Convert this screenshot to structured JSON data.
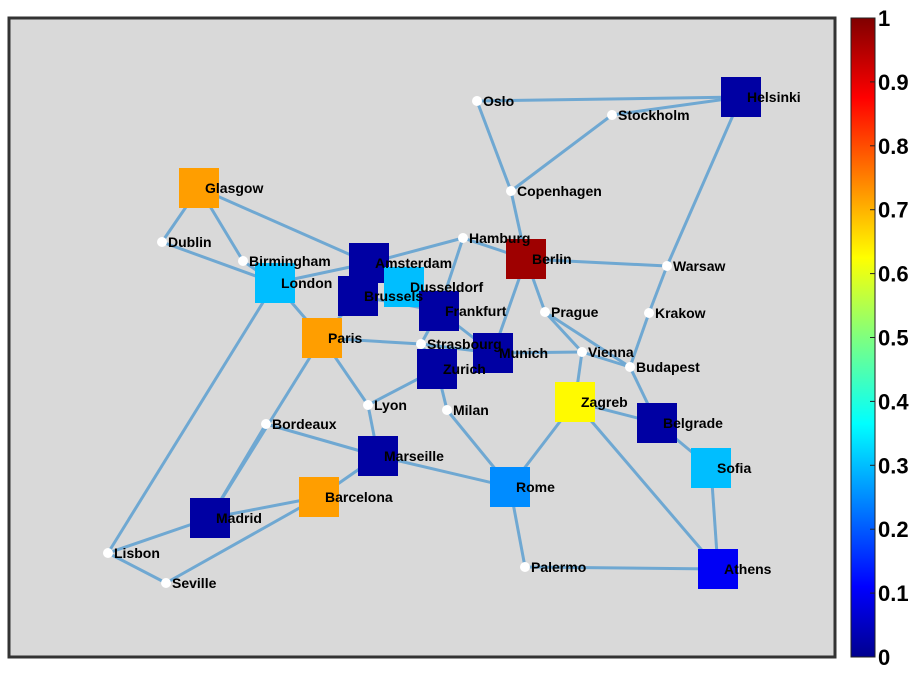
{
  "colorbar": {
    "min": 0,
    "max": 1,
    "ticks": [
      "0",
      "0.1",
      "0.2",
      "0.3",
      "0.4",
      "0.5",
      "0.6",
      "0.7",
      "0.8",
      "0.9",
      "1"
    ],
    "colormap": "jet"
  },
  "style": {
    "panel_bg": "#d9d9d9",
    "panel_border": "#333333",
    "edge_color": "#6fa8d2",
    "node_dot_color": "#ffffff"
  },
  "network": {
    "nodes": [
      {
        "id": "helsinki",
        "label": "Helsinki",
        "value": 0.02
      },
      {
        "id": "oslo",
        "label": "Oslo"
      },
      {
        "id": "stockholm",
        "label": "Stockholm"
      },
      {
        "id": "copenhagen",
        "label": "Copenhagen"
      },
      {
        "id": "glasgow",
        "label": "Glasgow",
        "value": 0.72
      },
      {
        "id": "dublin",
        "label": "Dublin"
      },
      {
        "id": "birmingham",
        "label": "Birmingham"
      },
      {
        "id": "london",
        "label": "London",
        "value": 0.3
      },
      {
        "id": "amsterdam",
        "label": "Amsterdam",
        "value": 0.02
      },
      {
        "id": "hamburg",
        "label": "Hamburg"
      },
      {
        "id": "berlin",
        "label": "Berlin",
        "value": 0.97
      },
      {
        "id": "warsaw",
        "label": "Warsaw"
      },
      {
        "id": "dusseldorf",
        "label": "Dusseldorf",
        "value": 0.3
      },
      {
        "id": "brussels",
        "label": "Brussels",
        "value": 0.02
      },
      {
        "id": "frankfurt",
        "label": "Frankfurt",
        "value": 0.02
      },
      {
        "id": "prague",
        "label": "Prague"
      },
      {
        "id": "krakow",
        "label": "Krakow"
      },
      {
        "id": "paris",
        "label": "Paris",
        "value": 0.72
      },
      {
        "id": "strasbourg",
        "label": "Strasbourg"
      },
      {
        "id": "munich",
        "label": "Munich",
        "value": 0.02
      },
      {
        "id": "vienna",
        "label": "Vienna"
      },
      {
        "id": "budapest",
        "label": "Budapest"
      },
      {
        "id": "zurich",
        "label": "Zurich",
        "value": 0.02
      },
      {
        "id": "lyon",
        "label": "Lyon"
      },
      {
        "id": "milan",
        "label": "Milan"
      },
      {
        "id": "zagreb",
        "label": "Zagreb",
        "value": 0.63
      },
      {
        "id": "belgrade",
        "label": "Belgrade",
        "value": 0.02
      },
      {
        "id": "bordeaux",
        "label": "Bordeaux"
      },
      {
        "id": "marseille",
        "label": "Marseille",
        "value": 0.02
      },
      {
        "id": "rome",
        "label": "Rome",
        "value": 0.25
      },
      {
        "id": "sofia",
        "label": "Sofia",
        "value": 0.3
      },
      {
        "id": "barcelona",
        "label": "Barcelona",
        "value": 0.72
      },
      {
        "id": "madrid",
        "label": "Madrid",
        "value": 0.02
      },
      {
        "id": "lisbon",
        "label": "Lisbon"
      },
      {
        "id": "seville",
        "label": "Seville"
      },
      {
        "id": "palermo",
        "label": "Palermo"
      },
      {
        "id": "athens",
        "label": "Athens",
        "value": 0.1
      }
    ],
    "edges": [
      [
        "oslo",
        "helsinki"
      ],
      [
        "stockholm",
        "helsinki"
      ],
      [
        "oslo",
        "copenhagen"
      ],
      [
        "stockholm",
        "copenhagen"
      ],
      [
        "copenhagen",
        "berlin"
      ],
      [
        "helsinki",
        "warsaw"
      ],
      [
        "glasgow",
        "dublin"
      ],
      [
        "glasgow",
        "birmingham"
      ],
      [
        "glasgow",
        "amsterdam"
      ],
      [
        "dublin",
        "london"
      ],
      [
        "birmingham",
        "london"
      ],
      [
        "london",
        "amsterdam"
      ],
      [
        "london",
        "paris"
      ],
      [
        "london",
        "lisbon"
      ],
      [
        "amsterdam",
        "hamburg"
      ],
      [
        "amsterdam",
        "dusseldorf"
      ],
      [
        "amsterdam",
        "brussels"
      ],
      [
        "hamburg",
        "berlin"
      ],
      [
        "hamburg",
        "frankfurt"
      ],
      [
        "berlin",
        "warsaw"
      ],
      [
        "berlin",
        "prague"
      ],
      [
        "berlin",
        "munich"
      ],
      [
        "warsaw",
        "krakow"
      ],
      [
        "krakow",
        "budapest"
      ],
      [
        "dusseldorf",
        "frankfurt"
      ],
      [
        "brussels",
        "paris"
      ],
      [
        "brussels",
        "frankfurt"
      ],
      [
        "frankfurt",
        "strasbourg"
      ],
      [
        "frankfurt",
        "munich"
      ],
      [
        "paris",
        "strasbourg"
      ],
      [
        "paris",
        "lyon"
      ],
      [
        "paris",
        "madrid"
      ],
      [
        "strasbourg",
        "zurich"
      ],
      [
        "strasbourg",
        "munich"
      ],
      [
        "munich",
        "vienna"
      ],
      [
        "prague",
        "vienna"
      ],
      [
        "prague",
        "budapest"
      ],
      [
        "vienna",
        "zagreb"
      ],
      [
        "vienna",
        "budapest"
      ],
      [
        "budapest",
        "belgrade"
      ],
      [
        "zurich",
        "lyon"
      ],
      [
        "zurich",
        "milan"
      ],
      [
        "lyon",
        "marseille"
      ],
      [
        "milan",
        "rome"
      ],
      [
        "marseille",
        "bordeaux"
      ],
      [
        "marseille",
        "barcelona"
      ],
      [
        "marseille",
        "rome"
      ],
      [
        "zagreb",
        "belgrade"
      ],
      [
        "zagreb",
        "rome"
      ],
      [
        "zagreb",
        "athens"
      ],
      [
        "belgrade",
        "sofia"
      ],
      [
        "sofia",
        "athens"
      ],
      [
        "rome",
        "palermo"
      ],
      [
        "palermo",
        "athens"
      ],
      [
        "bordeaux",
        "madrid"
      ],
      [
        "madrid",
        "barcelona"
      ],
      [
        "madrid",
        "lisbon"
      ],
      [
        "barcelona",
        "seville"
      ],
      [
        "lisbon",
        "seville"
      ]
    ]
  }
}
